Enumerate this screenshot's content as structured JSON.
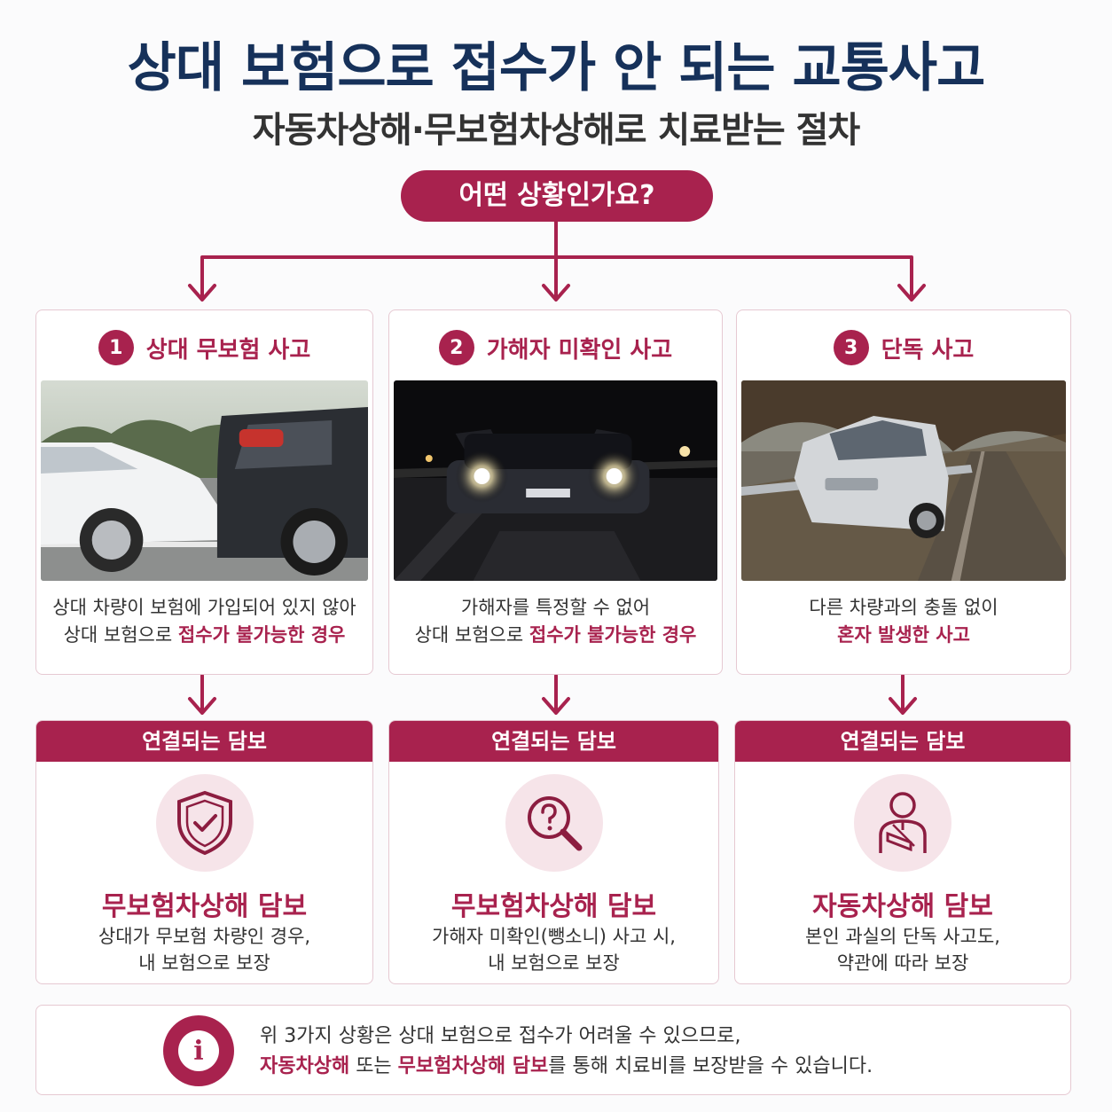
{
  "title": "상대 보험으로 접수가 안 되는 교통사고",
  "subtitle": "자동차상해·무보험차상해로 치료받는 절차",
  "question": "어떤 상황인가요?",
  "colors": {
    "accent": "#a8224e",
    "title": "#16315a",
    "icon_bg": "#f6e4e9"
  },
  "cases": [
    {
      "number": "1",
      "title": "상대 무보험 사고",
      "photo": "two-car-collision",
      "desc_line1": "상대 차량이 보험에 가입되어 있지 않아",
      "desc_line2_plain": "상대 보험으로 ",
      "desc_line2_highlight": "접수가 불가능한 경우"
    },
    {
      "number": "2",
      "title": "가해자 미확인 사고",
      "photo": "car-at-night",
      "desc_line1": "가해자를 특정할 수 없어",
      "desc_line2_plain": "상대 보험으로 ",
      "desc_line2_highlight": "접수가 불가능한 경우"
    },
    {
      "number": "3",
      "title": "단독 사고",
      "photo": "car-hit-guardrail",
      "desc_line1": "다른 차량과의 충돌 없이",
      "desc_line2_plain": "",
      "desc_line2_highlight": "혼자 발생한 사고"
    }
  ],
  "coverages": [
    {
      "header": "연결되는 담보",
      "icon": "shield-check-icon",
      "name": "무보험차상해 담보",
      "desc_line1": "상대가 무보험 차량인 경우,",
      "desc_line2": "내 보험으로 보장"
    },
    {
      "header": "연결되는 담보",
      "icon": "search-question-icon",
      "name": "무보험차상해 담보",
      "desc_line1": "가해자 미확인(뺑소니) 사고 시,",
      "desc_line2": "내 보험으로 보장"
    },
    {
      "header": "연결되는 담보",
      "icon": "injured-person-icon",
      "name": "자동차상해 담보",
      "desc_line1": "본인 과실의 단독 사고도,",
      "desc_line2": "약관에 따라 보장"
    }
  ],
  "info": {
    "icon": "info-icon",
    "line1": "위 3가지 상황은 상대 보험으로 접수가 어려울 수 있으므로,",
    "hl1": "자동차상해",
    "mid1": " 또는 ",
    "hl2": "무보험차상해 담보",
    "tail": "를 통해 치료비를 보장받을 수 있습니다."
  }
}
